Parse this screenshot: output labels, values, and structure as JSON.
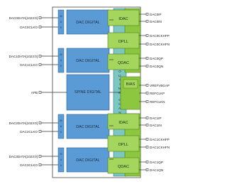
{
  "left_pins": [
    {
      "label": "DAC0DATA[1023:0]",
      "row": 0
    },
    {
      "label": "DAC0CLKO",
      "row": 1
    },
    {
      "label": "DAC1DATA[1023:0]",
      "row": 2
    },
    {
      "label": "DAC1CLKO",
      "row": 3
    },
    {
      "label": "APB",
      "row": 4
    },
    {
      "label": "DAC2DATA[1023:0]",
      "row": 5
    },
    {
      "label": "DAC2CLKO",
      "row": 6
    },
    {
      "label": "DAC3DATA[1023:0]",
      "row": 7
    },
    {
      "label": "DAC3CLKO",
      "row": 8
    }
  ],
  "right_pins": [
    "DAC0IP",
    "DAC0IN",
    "DAC0CKHFP",
    "DAC0CKHFN",
    "DAC0QP",
    "DAC0QN",
    "VREFVBGAP",
    "REFCLKP",
    "REFCLKN",
    "DAC1IP",
    "DAC1IN",
    "DAC1CKHFP",
    "DAC1CKHFN",
    "DAC1QP",
    "DAC1QN"
  ],
  "blocks": {
    "dac_digital": [
      "DAC DIGITAL",
      "DAC DIGITAL",
      "DAC DIGITAL",
      "DAC DIGITAL"
    ],
    "spine_digital": "SPINE DIGITAL",
    "mux_label": "M U X",
    "routing_channel": "R O U T I N G   C H A N N E L",
    "idac": [
      "IDAC",
      "IDAC"
    ],
    "dpll": [
      "DPLL",
      "DPLL"
    ],
    "qdac": [
      "QDAC",
      "QDAC"
    ],
    "bias": "BIAS"
  },
  "colors": {
    "blue_block": "#5b9bd5",
    "teal_channel": "#7cc6c4",
    "green_block": "#8dc63f",
    "green_dark": "#6aa22a",
    "frame": "#333333"
  }
}
